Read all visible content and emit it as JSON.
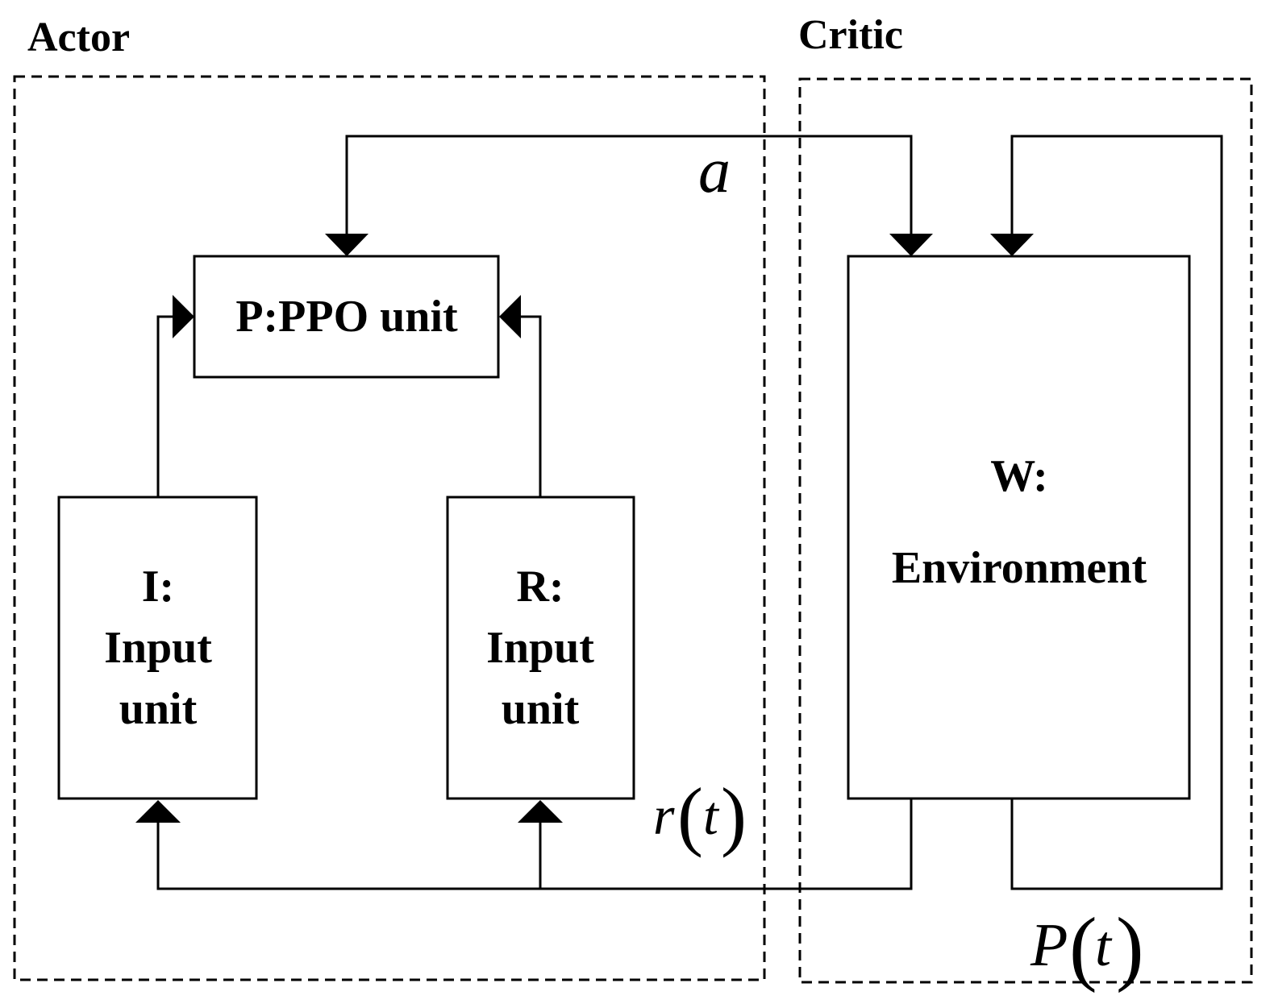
{
  "groups": {
    "actor": {
      "label": "Actor"
    },
    "critic": {
      "label": "Critic"
    }
  },
  "blocks": {
    "ppo": {
      "label": "P:PPO unit"
    },
    "input_i": {
      "line1": "I:",
      "line2": "Input",
      "line3": "unit"
    },
    "input_r": {
      "line1": "R:",
      "line2": "Input",
      "line3": "unit"
    },
    "environment": {
      "line1": "W:",
      "line2": "Environment"
    }
  },
  "signals": {
    "action": {
      "symbol": "a"
    },
    "reward": {
      "symbol": "r",
      "arg": "t"
    },
    "power": {
      "symbol": "P",
      "arg": "t"
    }
  }
}
